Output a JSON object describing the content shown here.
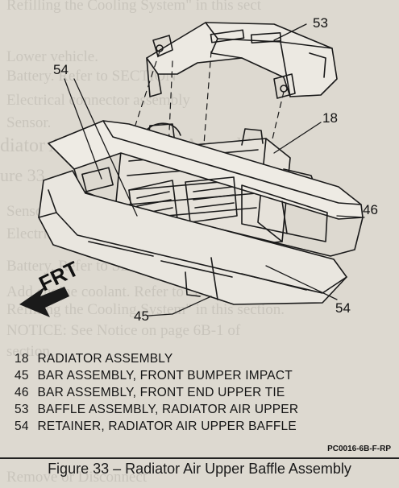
{
  "figure": {
    "caption": "Figure 33 – Radiator Air Upper Baffle Assembly",
    "ref_code": "PC0016-6B-F-RP",
    "direction_label": "FRT"
  },
  "callouts": [
    "53",
    "54",
    "18",
    "46",
    "54",
    "45"
  ],
  "legend": [
    {
      "num": "18",
      "text": "RADIATOR ASSEMBLY"
    },
    {
      "num": "45",
      "text": "BAR ASSEMBLY, FRONT BUMPER IMPACT"
    },
    {
      "num": "46",
      "text": "BAR ASSEMBLY, FRONT END UPPER TIE"
    },
    {
      "num": "53",
      "text": "BAFFLE ASSEMBLY, RADIATOR AIR UPPER"
    },
    {
      "num": "54",
      "text": "RETAINER, RADIATOR AIR UPPER BAFFLE"
    }
  ],
  "colors": {
    "ink": "#1c1c1c",
    "paper": "#ddd9d0",
    "bleed": "#b9b5ad"
  }
}
